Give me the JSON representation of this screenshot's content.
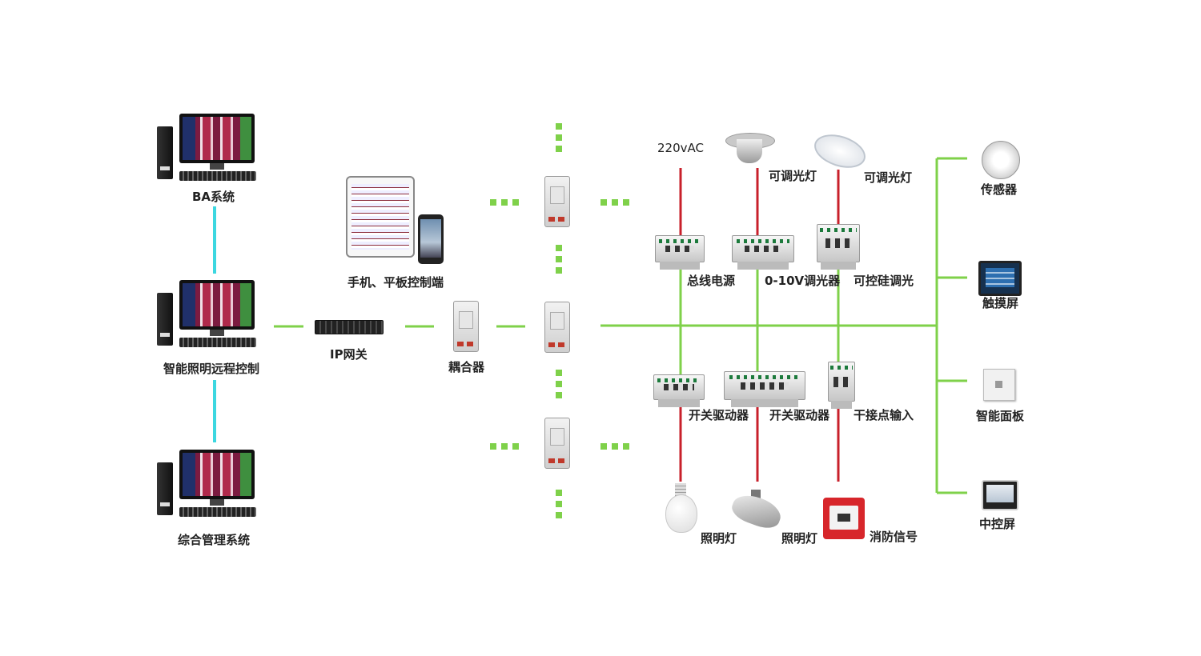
{
  "colors": {
    "bus_line": "#7fd14a",
    "network_line": "#3cd7e0",
    "power_line": "#c8202b",
    "dotted": "#7fd14a",
    "text": "#222222"
  },
  "labels": {
    "ba_system": "BA系统",
    "remote_control": "智能照明远程控制",
    "integrated_mgmt": "综合管理系统",
    "mobile_control": "手机、平板控制端",
    "ip_gateway": "IP网关",
    "coupler": "耦合器",
    "voltage": "220vAC",
    "dimmable_light_1": "可调光灯",
    "dimmable_light_2": "可调光灯",
    "bus_power": "总线电源",
    "dimmer_0_10v": "0-10V调光器",
    "scr_dimmer": "可控硅调光",
    "switch_actuator_1": "开关驱动器",
    "switch_actuator_2": "开关驱动器",
    "dry_contact_input": "干接点输入",
    "lighting_1": "照明灯",
    "lighting_2": "照明灯",
    "fire_signal": "消防信号",
    "sensor": "传感器",
    "touch_screen": "触摸屏",
    "smart_panel": "智能面板",
    "central_screen": "中控屏"
  }
}
